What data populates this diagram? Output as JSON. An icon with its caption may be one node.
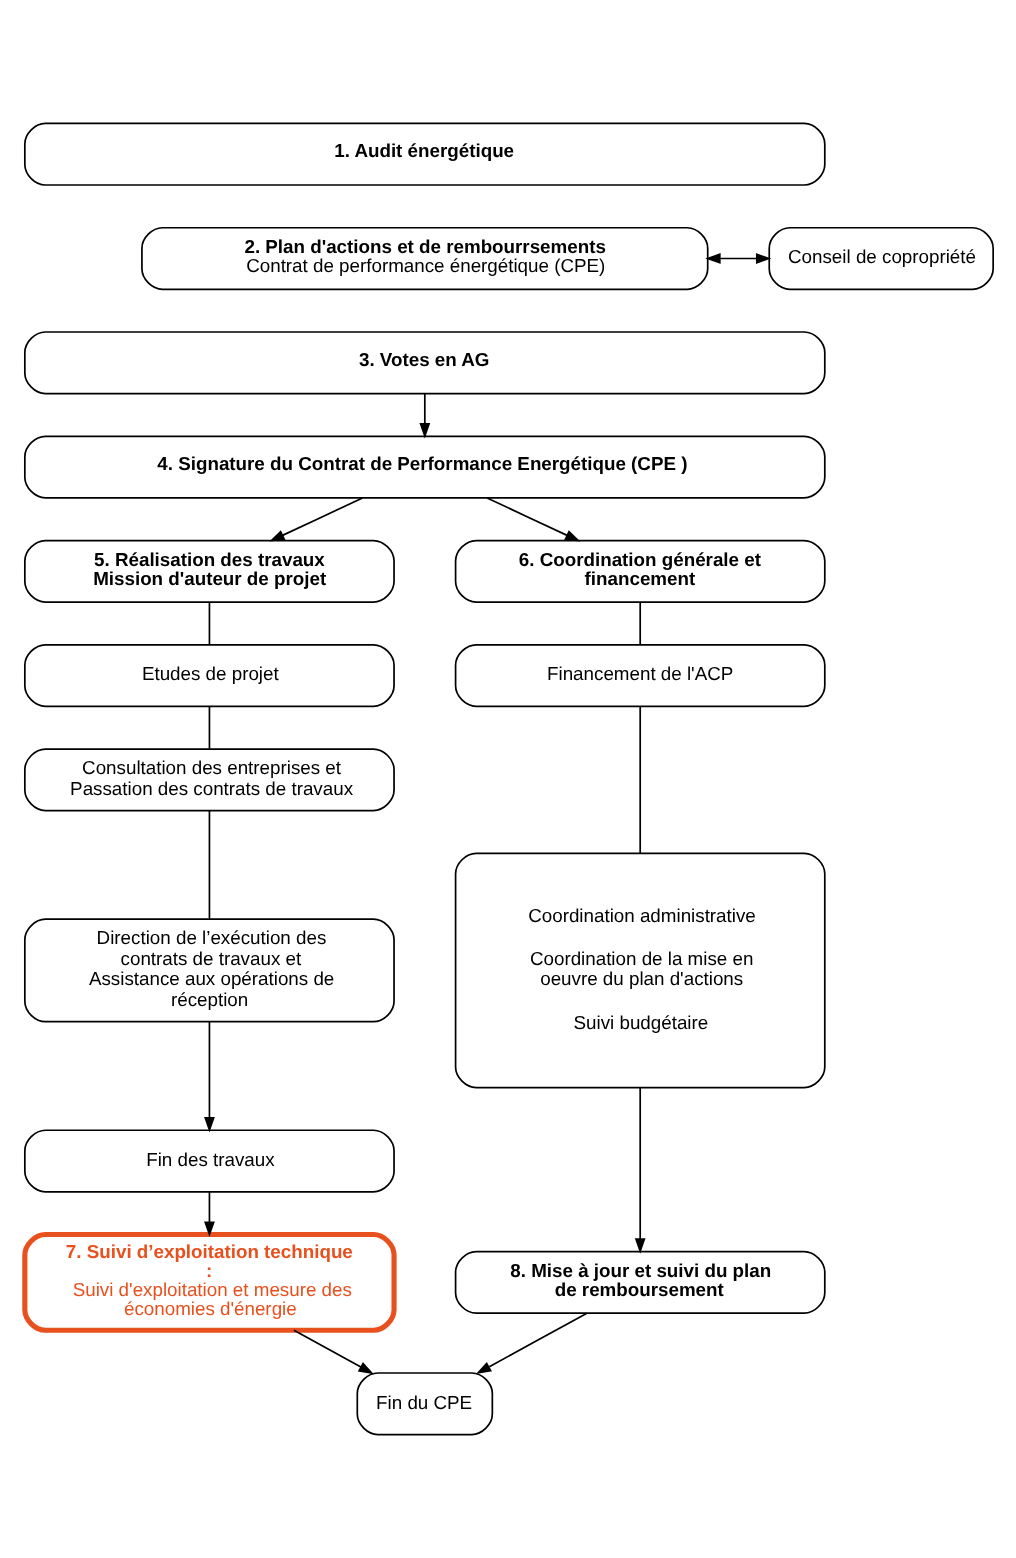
{
  "diagram": {
    "nodes": [
      {
        "text": [
          "1. Audit énergétique"
        ]
      },
      {
        "text": [
          "2. Plan d'actions et de rembourrsements",
          "Contrat de performance énergétique (CPE)"
        ]
      },
      {
        "text": [
          "Conseil de copropriété"
        ]
      },
      {
        "text": [
          "3. Votes en AG"
        ]
      },
      {
        "text": [
          "4. Signature du Contrat de Performance Energétique (CPE )"
        ]
      },
      {
        "text": [
          "5. Réalisation des travaux",
          "Mission d'auteur de projet"
        ]
      },
      {
        "text": [
          "6. Coordination générale et financement"
        ]
      },
      {
        "text": [
          "Etudes de projet"
        ]
      },
      {
        "text": [
          "Consultation des entreprises et Passation des contrats de travaux"
        ]
      },
      {
        "text": [
          "Direction de l’exécution des contrats de travaux et Assistance aux opérations de réception"
        ]
      },
      {
        "text": [
          "Fin des travaux"
        ]
      },
      {
        "text": [
          "Financement de l'ACP"
        ]
      },
      {
        "text": [
          "Coordination administrative",
          "Coordination de la mise en oeuvre du plan d'actions",
          "Suivi budgétaire"
        ]
      },
      {
        "text": [
          "7. Suivi d’exploitation technique :",
          "Suivi d'exploitation et mesure des économies d'énergie"
        ]
      },
      {
        "text": [
          "8. Mise à jour et suivi du plan de remboursement"
        ]
      },
      {
        "text": [
          "Fin du CPE"
        ]
      }
    ],
    "edges": [
      {
        "from": 1,
        "to": 2,
        "arrow": "both"
      },
      {
        "from": 3,
        "to": 4,
        "arrow": "to"
      },
      {
        "from": 4,
        "to": 5,
        "arrow": "to"
      },
      {
        "from": 4,
        "to": 6,
        "arrow": "to"
      },
      {
        "from": 5,
        "to": 7,
        "arrow": "none"
      },
      {
        "from": 7,
        "to": 8,
        "arrow": "none"
      },
      {
        "from": 8,
        "to": 9,
        "arrow": "none"
      },
      {
        "from": 9,
        "to": 10,
        "arrow": "to"
      },
      {
        "from": 10,
        "to": 13,
        "arrow": "to"
      },
      {
        "from": 6,
        "to": 11,
        "arrow": "none"
      },
      {
        "from": 11,
        "to": 12,
        "arrow": "none"
      },
      {
        "from": 12,
        "to": 14,
        "arrow": "to"
      },
      {
        "from": 13,
        "to": 15,
        "arrow": "to"
      },
      {
        "from": 14,
        "to": 15,
        "arrow": "to"
      }
    ]
  }
}
